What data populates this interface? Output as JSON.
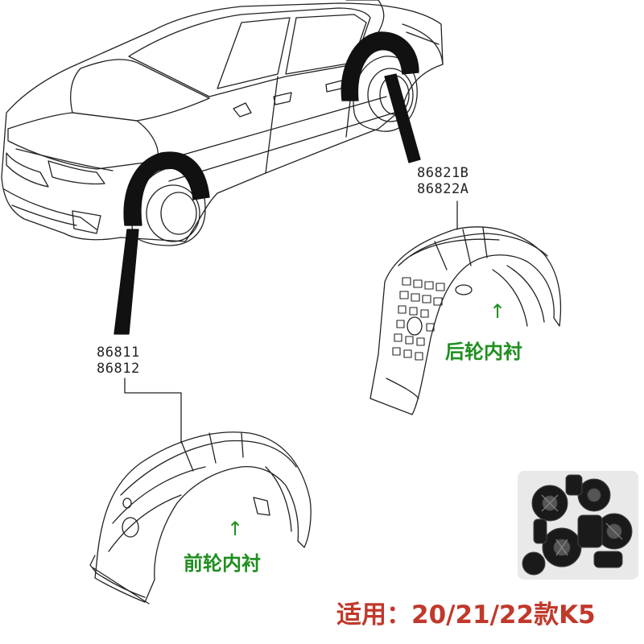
{
  "rear_part": {
    "number_1": "86821B",
    "number_2": "86822A",
    "caption": "后轮内衬",
    "arrow": "↑"
  },
  "front_part": {
    "number_1": "86811",
    "number_2": "86812",
    "caption": "前轮内衬",
    "arrow": "↑"
  },
  "fitment": "适用：20/21/22款K5",
  "colors": {
    "caption_green": "#1f8f1f",
    "fitment_red": "#c0392b",
    "line": "#222222"
  }
}
